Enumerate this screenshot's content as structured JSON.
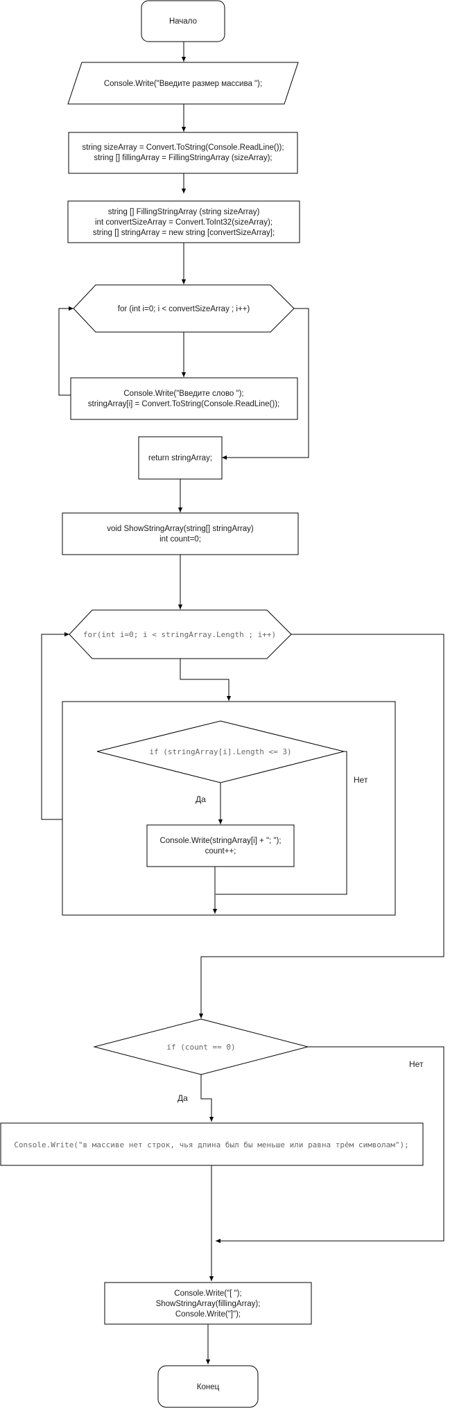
{
  "nodes": {
    "start": [
      "Начало"
    ],
    "input_prompt": [
      "Console.Write(\"Введите размер массива \");"
    ],
    "read_size": [
      "string sizeArray = Convert.ToString(Console.ReadLine());",
      "string [] fillingArray =  FillingStringArray (sizeArray);"
    ],
    "fill_func": [
      "string [] FillingStringArray (string sizeArray)",
      "int convertSizeArray = Convert.ToInt32(sizeArray);",
      "string [] stringArray = new string [convertSizeArray];"
    ],
    "for_fill": [
      "for (int i=0; i < convertSizeArray ; i++)"
    ],
    "read_word": [
      "Console.Write(\"Введите слово \");",
      "stringArray[i] = Convert.ToString(Console.ReadLine());"
    ],
    "return": [
      "return stringArray;"
    ],
    "show_func": [
      "void ShowStringArray(string[] stringArray)",
      "int count=0;"
    ],
    "for_show": [
      "for(int i=0; i < stringArray.Length ; i++)"
    ],
    "if_length": [
      "if (stringArray[i].Length <= 3)"
    ],
    "print_item": [
      "Console.Write(stringArray[i] + \"; \");",
      "count++;"
    ],
    "if_count": [
      "if (count == 0)"
    ],
    "no_rows_msg": [
      "Console.Write(\"в массиве нет строк, чья длина был бы меньше или равна трём символам\");"
    ],
    "print_result": [
      "Console.Write(\"[ \");",
      "ShowStringArray(fillingArray);",
      "Console.Write(\"]\");"
    ],
    "end": [
      "Конец"
    ]
  },
  "edge_labels": {
    "yes_length": "Да",
    "no_length": "Нет",
    "yes_count": "Да",
    "no_count": "Нет"
  }
}
